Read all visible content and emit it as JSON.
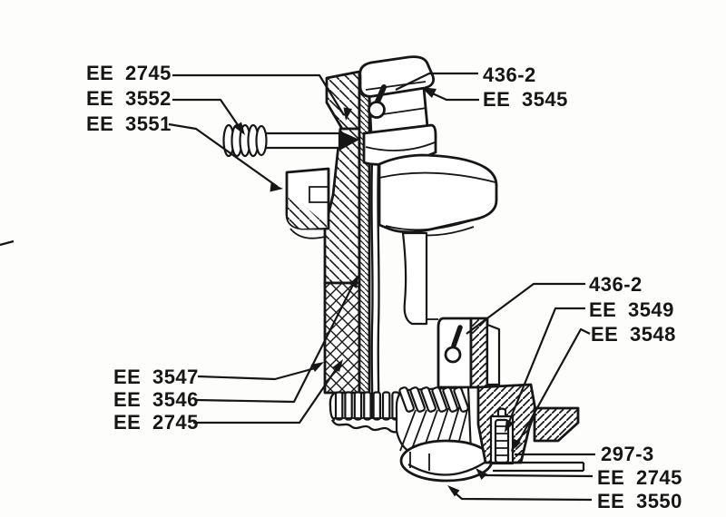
{
  "diagram": {
    "kind": "engineering-cross-section",
    "background": "#fdfdfc",
    "ink": "#161616",
    "callouts": {
      "tl": [
        {
          "label": "EE 2745"
        },
        {
          "label": "EE 3552"
        },
        {
          "label": "EE 3551"
        }
      ],
      "tr": [
        {
          "label": "436-2"
        },
        {
          "label": "EE 3545"
        }
      ],
      "mr": [
        {
          "label": "436-2"
        },
        {
          "label": "EE 3549"
        },
        {
          "label": "EE 3548"
        }
      ],
      "br": [
        {
          "label": "297-3"
        },
        {
          "label": "EE 2745"
        },
        {
          "label": "EE 3550"
        }
      ],
      "bl": [
        {
          "label": "EE 3547"
        },
        {
          "label": "EE 3546"
        },
        {
          "label": "EE 2745"
        }
      ]
    }
  }
}
